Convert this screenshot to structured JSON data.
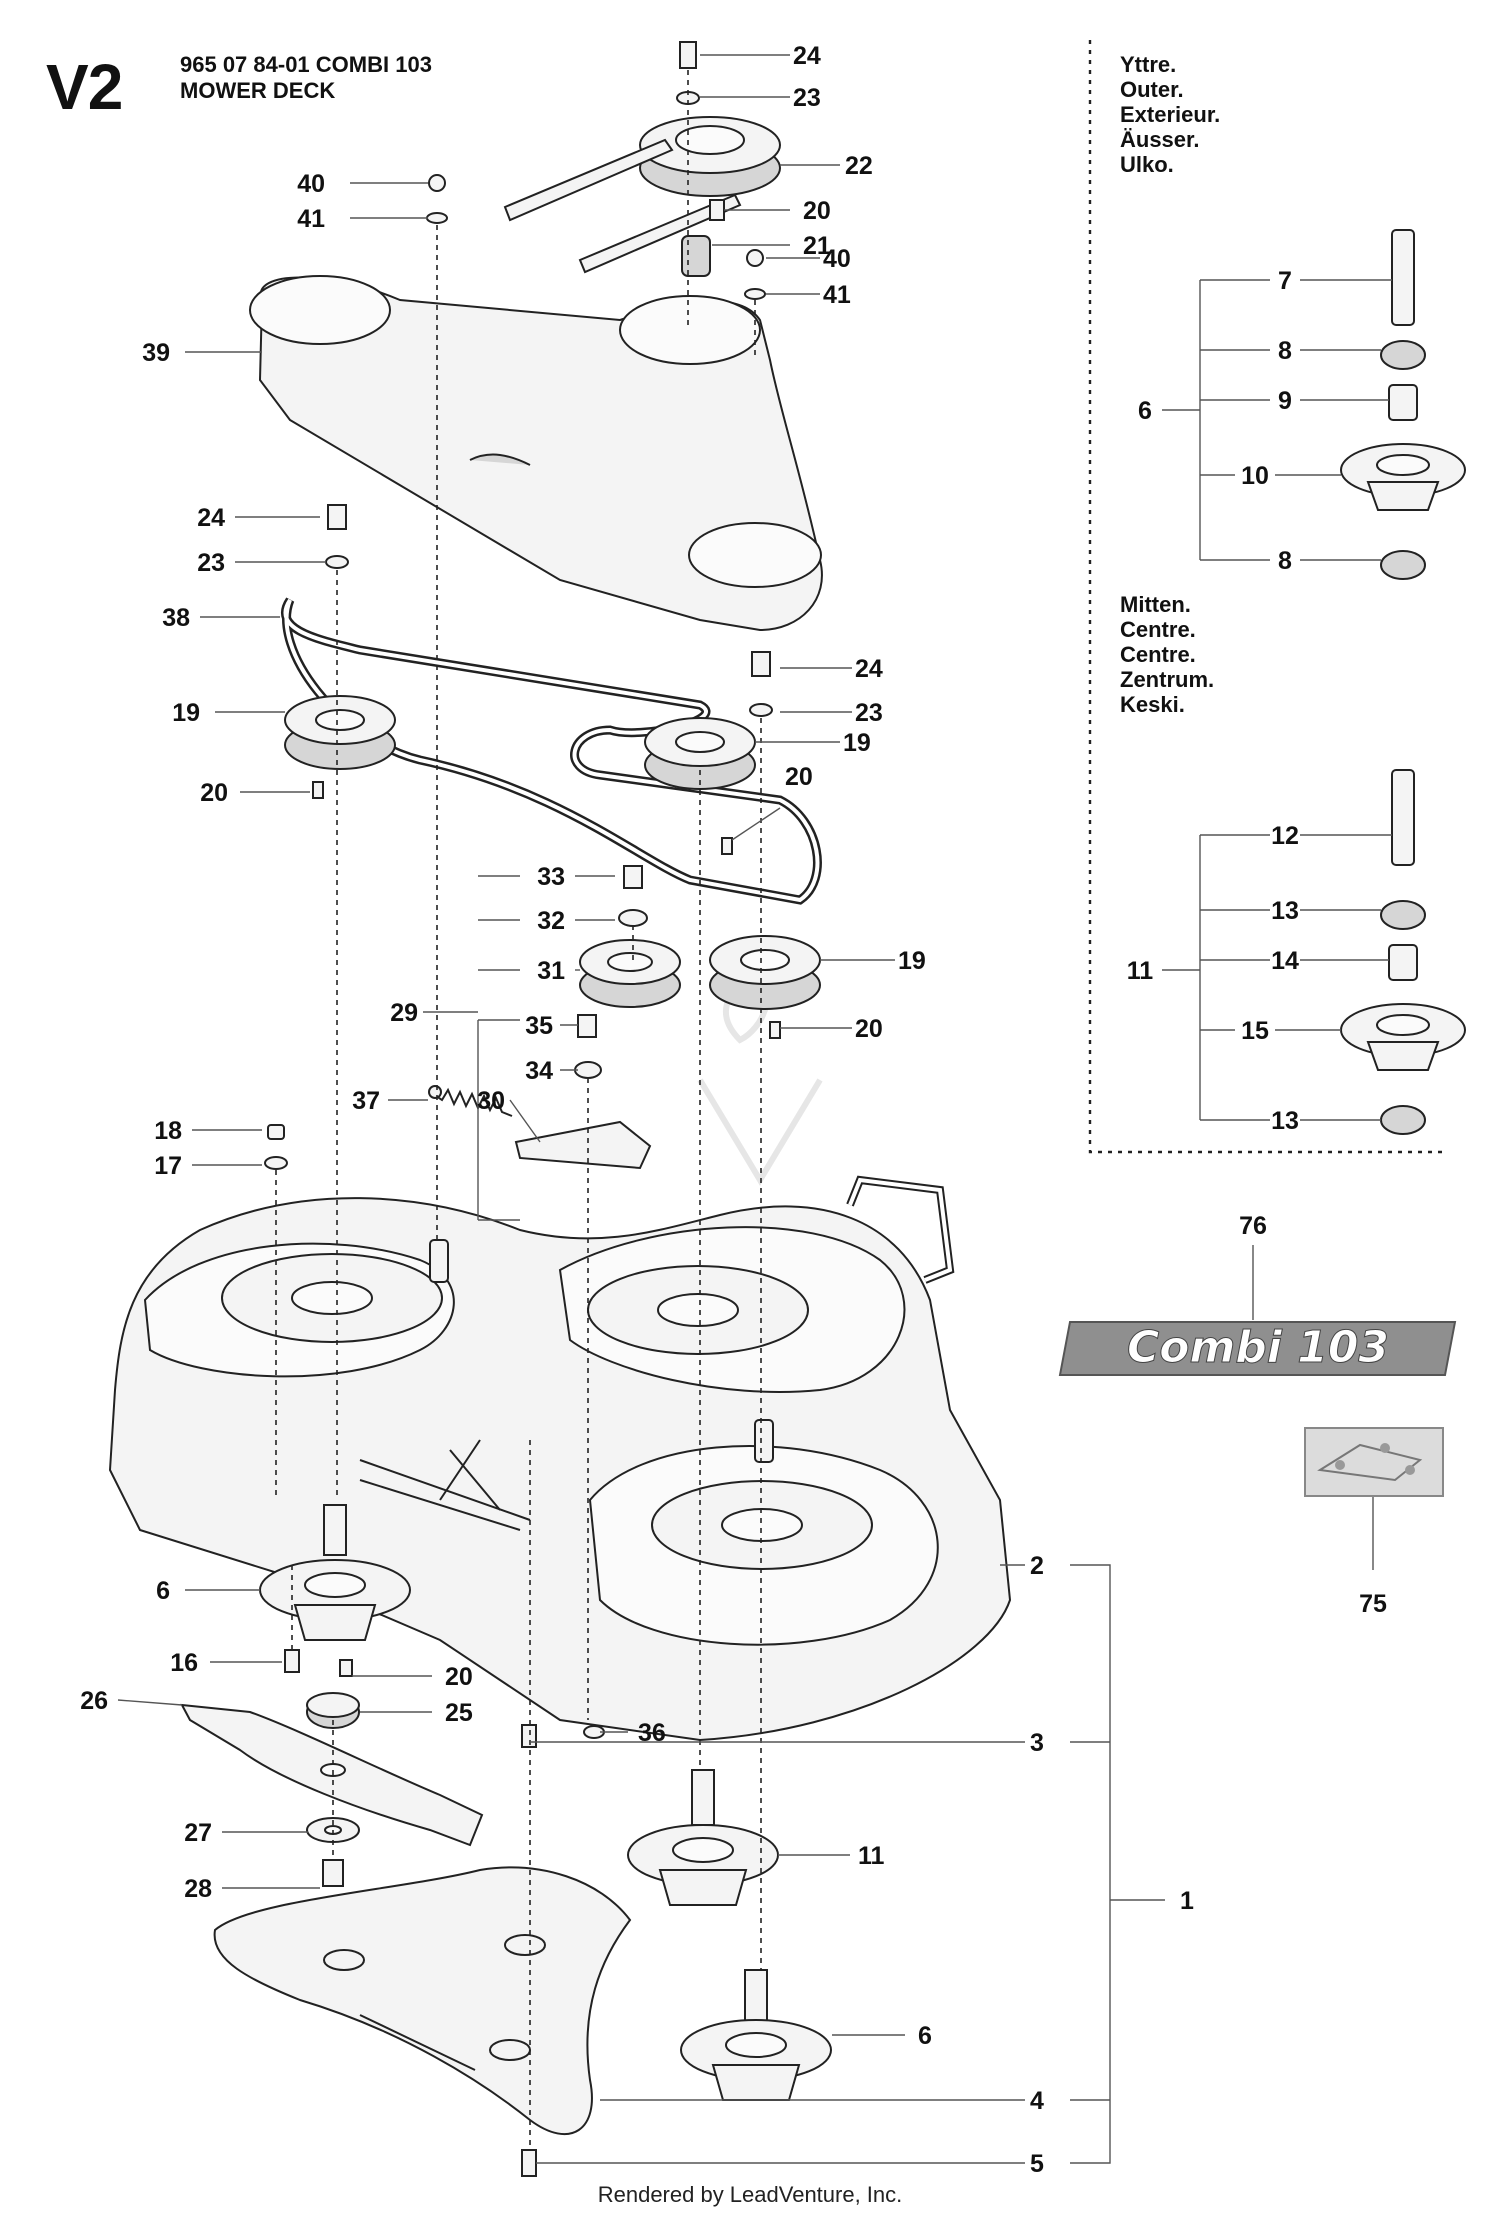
{
  "header": {
    "section_code": "V2",
    "reference_line": "965 07 84-01 COMBI 103",
    "title_line": "MOWER DECK"
  },
  "outer_kit": {
    "labels": [
      "Yttre.",
      "Outer.",
      "Exterieur.",
      "Äusser.",
      "Ulko."
    ]
  },
  "center_kit": {
    "labels": [
      "Mitten.",
      "Centre.",
      "Centre.",
      "Zentrum.",
      "Keski."
    ]
  },
  "decal": {
    "text": "Combi 103"
  },
  "callouts": {
    "c24a": "24",
    "c23a": "23",
    "c22": "22",
    "c20a": "20",
    "c21": "21",
    "c40a": "40",
    "c41a": "41",
    "c40b": "40",
    "c41b": "41",
    "c39": "39",
    "c24b": "24",
    "c23b": "23",
    "c38": "38",
    "c24c": "24",
    "c23c": "23",
    "c19a": "19",
    "c19b": "19",
    "c20b": "20",
    "c20c": "20",
    "c33": "33",
    "c32": "32",
    "c31": "31",
    "c29": "29",
    "c19c": "19",
    "c20d": "20",
    "c35": "35",
    "c34": "34",
    "c37": "37",
    "c30": "30",
    "c18": "18",
    "c17": "17",
    "c6a": "6",
    "c16": "16",
    "c20e": "20",
    "c26": "26",
    "c25": "25",
    "c36": "36",
    "c27": "27",
    "c28": "28",
    "c2": "2",
    "c3": "3",
    "c1": "1",
    "c11a": "11",
    "c6b": "6",
    "c4": "4",
    "c5": "5",
    "c7": "7",
    "c8a": "8",
    "c6c": "6",
    "c9": "9",
    "c10": "10",
    "c8b": "8",
    "c12": "12",
    "c13a": "13",
    "c11b": "11",
    "c14": "14",
    "c15": "15",
    "c13b": "13",
    "c76": "76",
    "c75": "75"
  },
  "footer": "Rendered by LeadVenture, Inc.",
  "colors": {
    "line": "#222222",
    "part_fill": "#f4f4f4",
    "decal_fill": "#8f8f8f",
    "watermark": "#e6e6e6"
  }
}
